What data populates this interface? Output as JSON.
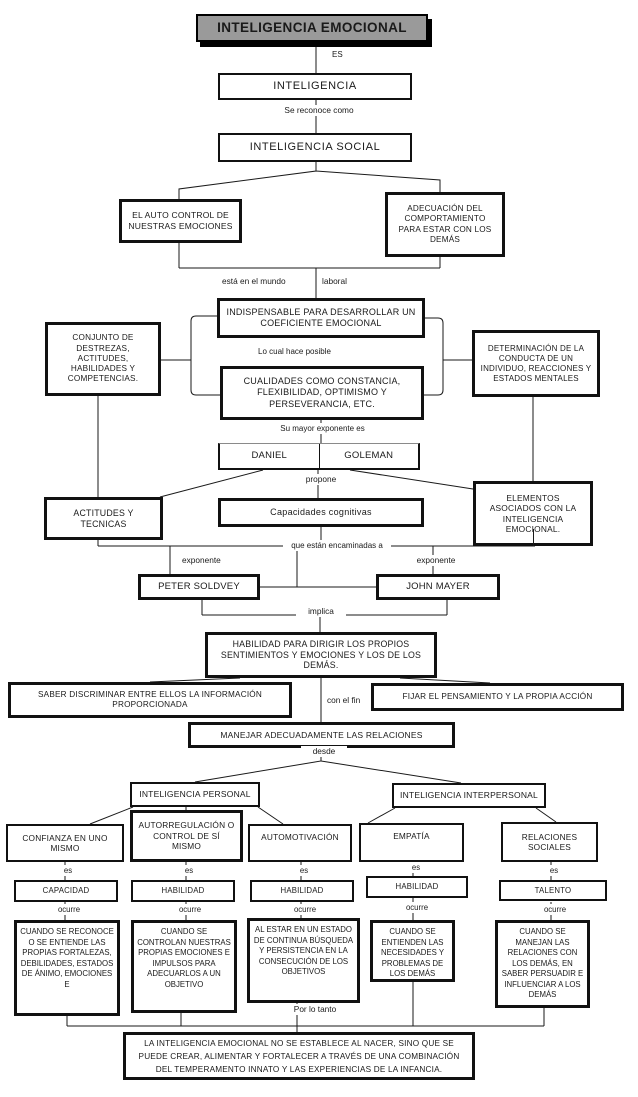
{
  "title": "INTELIGENCIA EMOCIONAL",
  "colors": {
    "title_bg": "#9a9a9a",
    "line": "#1a1a1a",
    "box_border": "#111111"
  },
  "nodes": {
    "inteligencia": "INTELIGENCIA",
    "inteligencia_social": "INTELIGENCIA SOCIAL",
    "auto_control": "EL AUTO CONTROL DE NUESTRAS EMOCIONES",
    "adecuacion": "ADECUACIÓN DEL COMPORTAMIENTO PARA ESTAR CON LOS DEMÁS",
    "indispensable": "INDISPENSABLE PARA DESARROLLAR UN COEFICIENTE EMOCIONAL",
    "conjunto": "CONJUNTO DE DESTREZAS, ACTITUDES, HABILIDADES Y COMPETENCIAS.",
    "cualidades": "CUALIDADES COMO CONSTANCIA, FLEXIBILIDAD, OPTIMISMO Y PERSEVERANCIA, ETC.",
    "determinacion": "DETERMINACIÓN DE LA CONDUCTA DE UN INDIVIDUO, REACCIONES Y ESTADOS MENTALES",
    "daniel": "DANIEL",
    "goleman": "GOLEMAN",
    "actitudes": "ACTITUDES Y TECNICAS",
    "capacidades": "Capacidades cognitivas",
    "elementos": "ELEMENTOS ASOCIADOS CON LA INTELIGENCIA EMOCIONAL.",
    "peter": "PETER SOLDVEY",
    "john": "JOHN MAYER",
    "habilidad_dirigir": "HABILIDAD PARA DIRIGIR LOS PROPIOS SENTIMIENTOS Y EMOCIONES Y LOS DE LOS DEMÁS.",
    "saber": "SABER DISCRIMINAR ENTRE ELLOS LA INFORMACIÓN PROPORCIONADA",
    "fijar": "FIJAR EL PENSAMIENTO Y LA PROPIA ACCIÓN",
    "manejar": "MANEJAR ADECUADAMENTE LAS RELACIONES",
    "int_personal": "INTELIGENCIA PERSONAL",
    "int_interpersonal": "INTELIGENCIA INTERPERSONAL",
    "confianza": "CONFIANZA EN UNO MISMO",
    "autorregulacion": "AUTORREGULACIÓN O CONTROL DE SÍ MISMO",
    "automotivacion": "AUTOMOTIVACIÓN",
    "empatia": "EMPATÍA",
    "relaciones": "RELACIONES SOCIALES",
    "capacidad": "CAPACIDAD",
    "habilidad2": "HABILIDAD",
    "habilidad3": "HABILIDAD",
    "habilidad4": "HABILIDAD",
    "talento": "TALENTO",
    "desc1": "CUANDO SE RECONOCE O SE ENTIENDE LAS PROPIAS FORTALEZAS, DEBILIDADES, ESTADOS DE ÁNIMO, EMOCIONES E",
    "desc2": "CUANDO SE CONTROLAN NUESTRAS PROPIAS EMOCIONES E IMPULSOS PARA ADECUARLOS A UN OBJETIVO",
    "desc3": "AL ESTAR EN UN ESTADO DE CONTINUA BÚSQUEDA Y PERSISTENCIA EN LA CONSECUCIÓN DE LOS OBJETIVOS",
    "desc4": "CUANDO SE ENTIENDEN LAS NECESIDADES Y PROBLEMAS DE LOS DEMÁS",
    "desc5": "CUANDO SE MANEJAN LAS RELACIONES CON LOS DEMÁS, EN SABER PERSUADIR E INFLUENCIAR A LOS DEMÁS",
    "conclusion": "LA INTELIGENCIA EMOCIONAL NO SE ESTABLECE AL NACER, SINO QUE SE PUEDE CREAR, ALIMENTAR Y FORTALECER A TRAVÉS DE UNA COMBINACIÓN DEL TEMPERAMENTO INNATO Y LAS EXPERIENCIAS DE LA INFANCIA."
  },
  "labels": {
    "es_top": "ES",
    "se_reconoce": "Se reconoce como",
    "mundo": "está en el mundo",
    "laboral": "laboral",
    "lo_cual": "Lo cual hace posible",
    "su_mayor": "Su mayor exponente es",
    "propone": "propone",
    "encaminadas": "que están encaminadas a",
    "exponente_l": "exponente",
    "exponente_r": "exponente",
    "implica": "implica",
    "con_el_fin": "con el fin",
    "desde": "desde",
    "es1": "es",
    "es2": "es",
    "es3": "es",
    "es4": "es",
    "es5": "es",
    "ocurre1": "ocurre",
    "ocurre2": "ocurre",
    "ocurre3": "ocurre",
    "ocurre4": "ocurre",
    "ocurre5": "ocurre",
    "por_lo_tanto": "Por lo tanto"
  }
}
